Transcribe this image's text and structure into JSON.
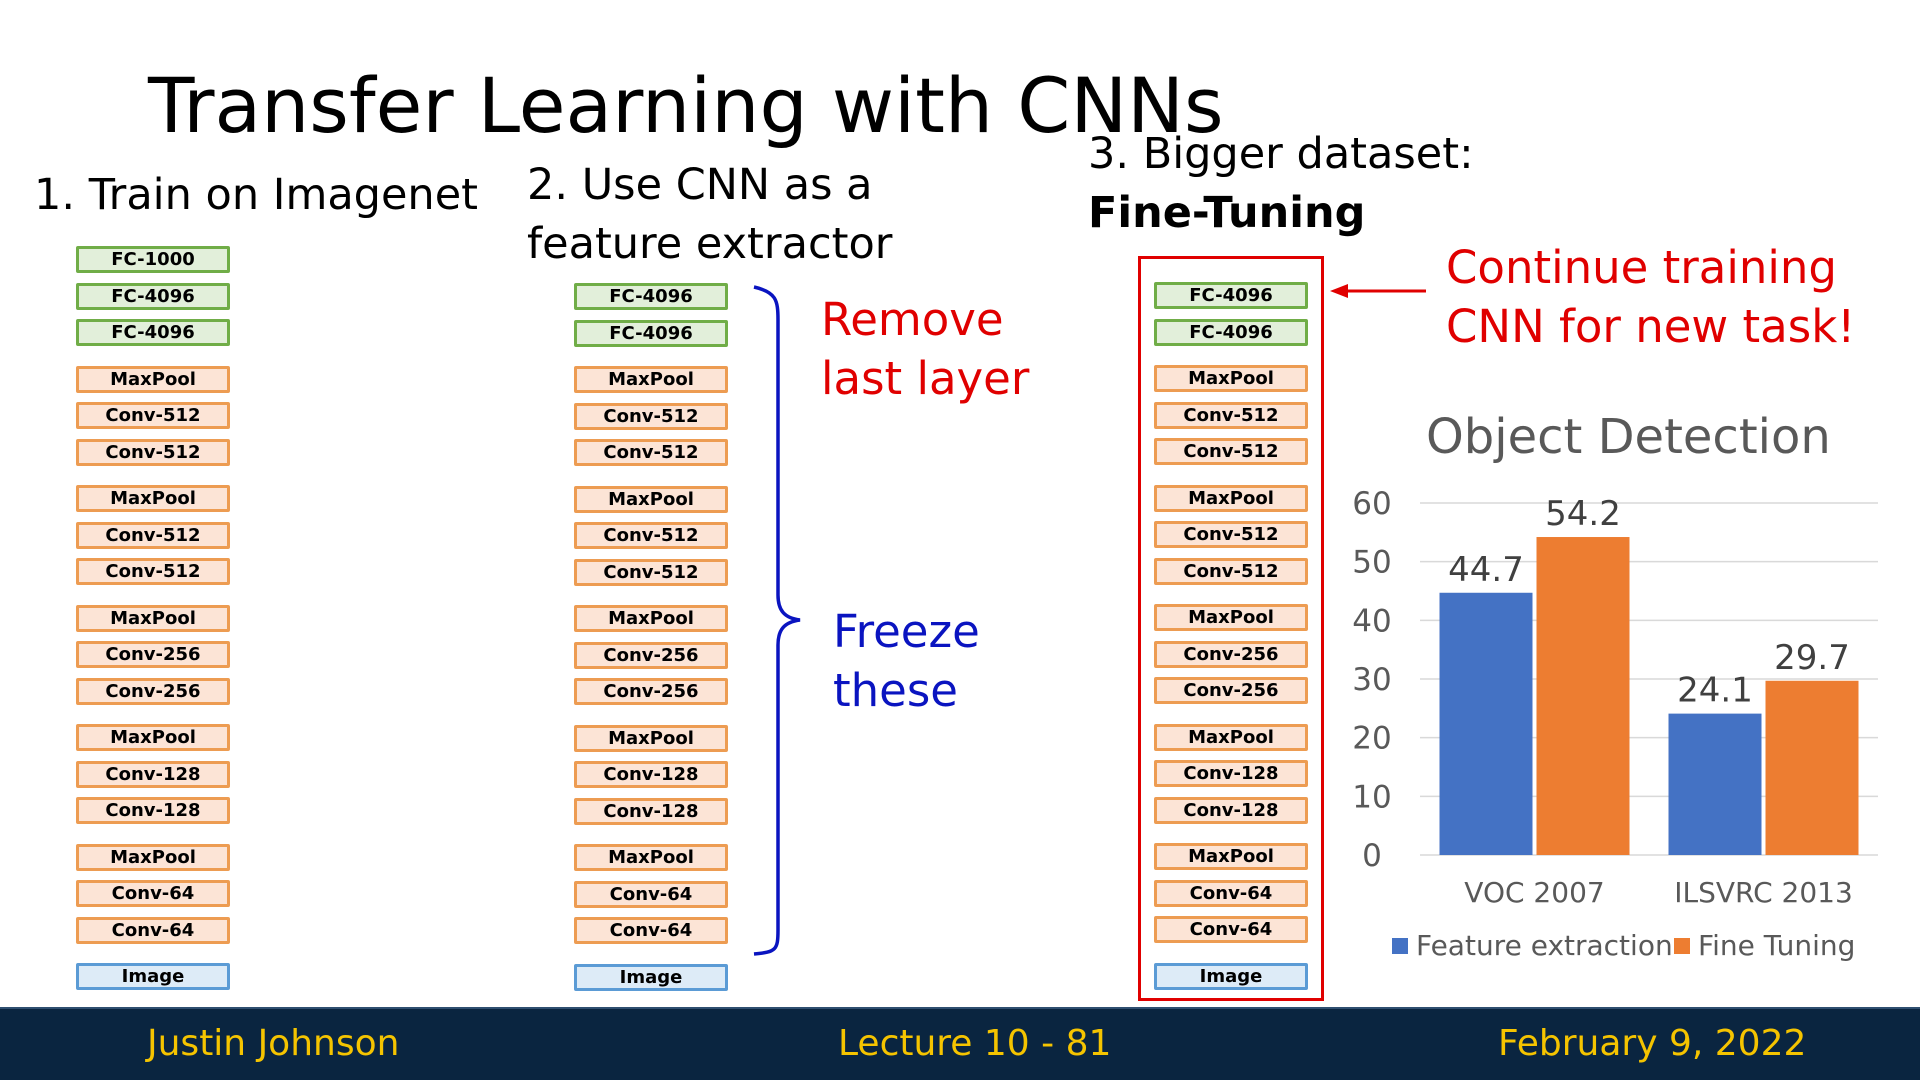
{
  "slide": {
    "title": "Transfer Learning with CNNs",
    "col1": {
      "heading": "1. Train on Imagenet"
    },
    "col2": {
      "heading_line1": "2. Use CNN as a",
      "heading_line2": "feature extractor"
    },
    "col3": {
      "heading_line1": "3. Bigger dataset:",
      "heading_line2": "Fine-Tuning"
    },
    "remove_note": {
      "line1": "Remove",
      "line2": "last layer"
    },
    "freeze_note": {
      "line1": "Freeze",
      "line2": "these"
    },
    "continue_note": {
      "line1": "Continue training",
      "line2": "CNN for new task!"
    }
  },
  "stack1": [
    "FC-1000",
    "FC-4096",
    "FC-4096",
    "MaxPool",
    "Conv-512",
    "Conv-512",
    "MaxPool",
    "Conv-512",
    "Conv-512",
    "MaxPool",
    "Conv-256",
    "Conv-256",
    "MaxPool",
    "Conv-128",
    "Conv-128",
    "MaxPool",
    "Conv-64",
    "Conv-64",
    "Image"
  ],
  "stack2": [
    "FC-4096",
    "FC-4096",
    "MaxPool",
    "Conv-512",
    "Conv-512",
    "MaxPool",
    "Conv-512",
    "Conv-512",
    "MaxPool",
    "Conv-256",
    "Conv-256",
    "MaxPool",
    "Conv-128",
    "Conv-128",
    "MaxPool",
    "Conv-64",
    "Conv-64",
    "Image"
  ],
  "stack3": [
    "FC-4096",
    "FC-4096",
    "MaxPool",
    "Conv-512",
    "Conv-512",
    "MaxPool",
    "Conv-512",
    "Conv-512",
    "MaxPool",
    "Conv-256",
    "Conv-256",
    "MaxPool",
    "Conv-128",
    "Conv-128",
    "MaxPool",
    "Conv-64",
    "Conv-64",
    "Image"
  ],
  "colors": {
    "fc_fill": "#e2efda",
    "fc_border": "#70ad47",
    "conv_fill": "#fce4d6",
    "conv_border": "#ed9c52",
    "image_fill": "#ddebf7",
    "image_border": "#5b9bd5",
    "highlight_red": "#e00000",
    "freeze_blue": "#0a14c0",
    "footer_bg": "#0a2540",
    "footer_text": "#f5c400"
  },
  "chart_data": {
    "type": "bar",
    "title": "Object Detection",
    "categories": [
      "VOC 2007",
      "ILSVRC 2013"
    ],
    "series": [
      {
        "name": "Feature extraction",
        "values": [
          44.7,
          24.1
        ],
        "color": "#4472c4"
      },
      {
        "name": "Fine Tuning",
        "values": [
          54.2,
          29.7
        ],
        "color": "#ed7d31"
      }
    ],
    "ylim": [
      0,
      60
    ],
    "yticks": [
      0,
      10,
      20,
      30,
      40,
      50,
      60
    ],
    "grid": true,
    "legend": "bottom"
  },
  "footer": {
    "left": "Justin Johnson",
    "center": "Lecture 10 - 81",
    "right": "February 9, 2022"
  }
}
